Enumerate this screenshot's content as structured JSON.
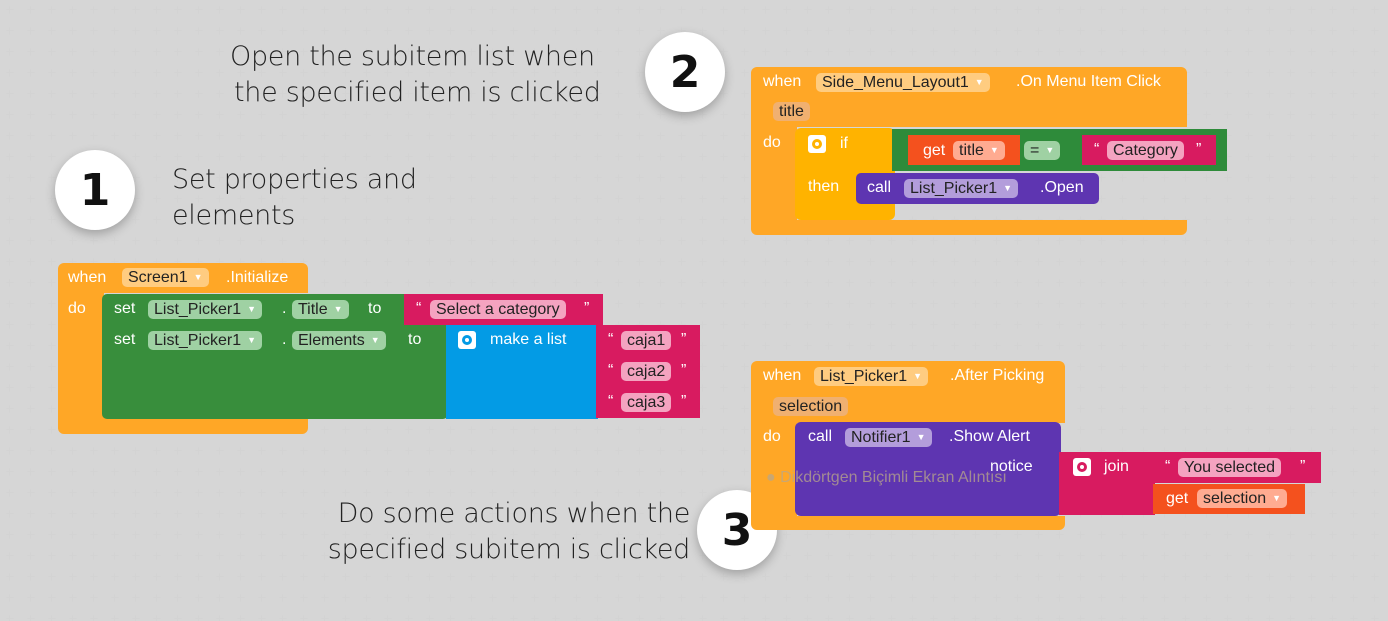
{
  "captions": {
    "step1": {
      "number": "1",
      "line1": "Set properties and",
      "line2": "elements"
    },
    "step2": {
      "number": "2",
      "line1": "Open the subitem list when",
      "line2": "the specified item is clicked"
    },
    "step3": {
      "number": "3",
      "line1": "Do some actions when the",
      "line2": "specified subitem is clicked"
    }
  },
  "block1": {
    "when": "when",
    "component": "Screen1",
    "event": ".Initialize",
    "do": "do",
    "set1": {
      "set": "set",
      "component": "List_Picker1",
      "dot": ".",
      "property": "Title",
      "to": "to",
      "quote_open": "“",
      "value": "Select a category",
      "quote_close": "”"
    },
    "set2": {
      "set": "set",
      "component": "List_Picker1",
      "dot": ".",
      "property": "Elements",
      "to": "to",
      "make_list": "make a list",
      "items": [
        "caja1",
        "caja2",
        "caja3"
      ]
    }
  },
  "block2": {
    "when": "when",
    "component": "Side_Menu_Layout1",
    "event": ".On Menu Item Click",
    "param": "title",
    "do": "do",
    "if": "if",
    "get": "get",
    "get_var": "title",
    "operator": "=",
    "compare_value": "Category",
    "then": "then",
    "call": "call",
    "call_component": "List_Picker1",
    "method": ".Open"
  },
  "block3": {
    "when": "when",
    "component": "List_Picker1",
    "event": ".After Picking",
    "param": "selection",
    "do": "do",
    "call": "call",
    "call_component": "Notifier1",
    "method": ".Show Alert",
    "notice": "notice",
    "join": "join",
    "join_text": "You selected",
    "get": "get",
    "get_var": "selection",
    "ghost_text": "Dikdörtgen Biçimli Ekran Alıntısı"
  },
  "colors": {
    "event": "#ffa726",
    "text": "#388e3c",
    "string": "#d81b60",
    "procedure": "#5e35b1",
    "list": "#039be5",
    "variable": "#f4511e"
  }
}
